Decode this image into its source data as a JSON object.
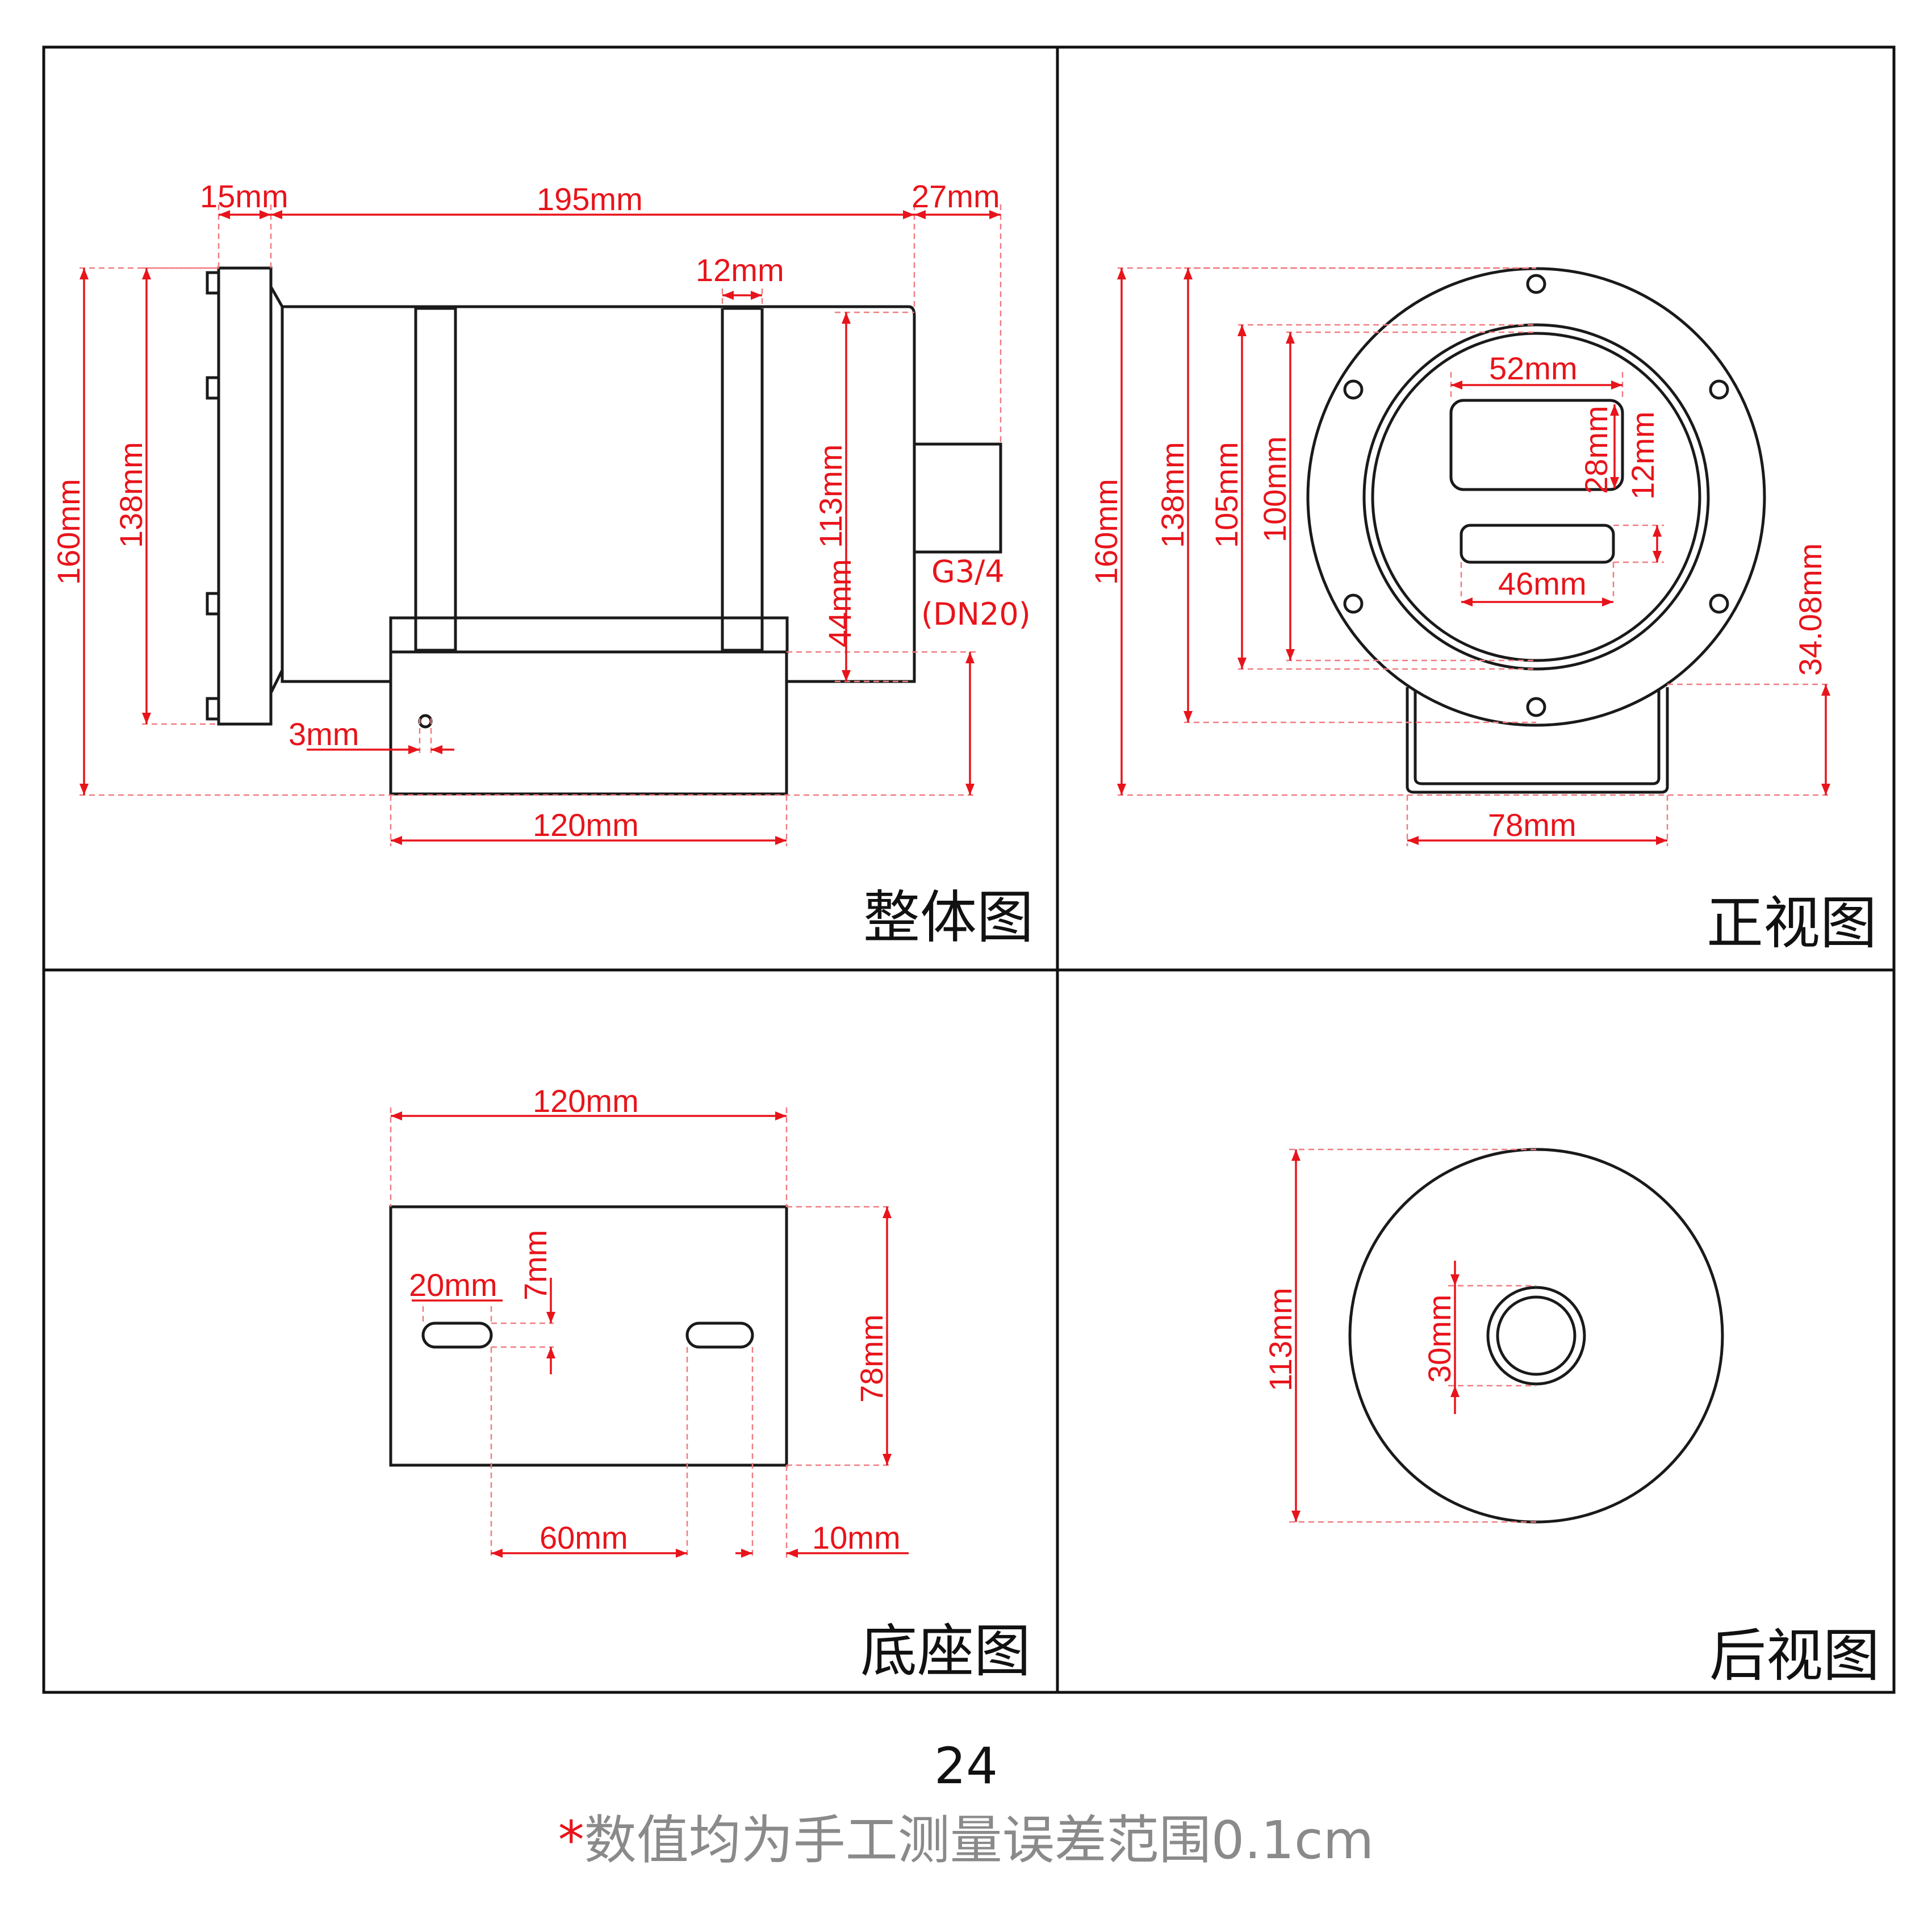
{
  "panels": {
    "overall": {
      "title": "整体图",
      "dims": {
        "d15": "15mm",
        "d195": "195mm",
        "d27": "27mm",
        "d12": "12mm",
        "d160": "160mm",
        "d138": "138mm",
        "d113": "113mm",
        "d44": "44mm",
        "d3": "3mm",
        "d120": "120mm",
        "thread1": "G3/4",
        "thread2": "(DN20)"
      }
    },
    "front": {
      "title": "正视图",
      "dims": {
        "d52": "52mm",
        "d28": "28mm",
        "d12": "12mm",
        "d46": "46mm",
        "d160": "160mm",
        "d138": "138mm",
        "d105": "105mm",
        "d100": "100mm",
        "d34": "34.08mm",
        "d78": "78mm"
      }
    },
    "base": {
      "title": "底座图",
      "dims": {
        "d120": "120mm",
        "d20": "20mm",
        "d7": "7mm",
        "d78": "78mm",
        "d60": "60mm",
        "d10": "10mm"
      }
    },
    "back": {
      "title": "后视图",
      "dims": {
        "d113": "113mm",
        "d30": "30mm"
      }
    }
  },
  "footer": {
    "page_number": "24",
    "note_star": "*",
    "note": "数值均为手工测量误差范围0.1cm"
  },
  "colors": {
    "dimension": "#e8141b",
    "outline": "#1a1a1a",
    "note": "#8a8a8a"
  }
}
